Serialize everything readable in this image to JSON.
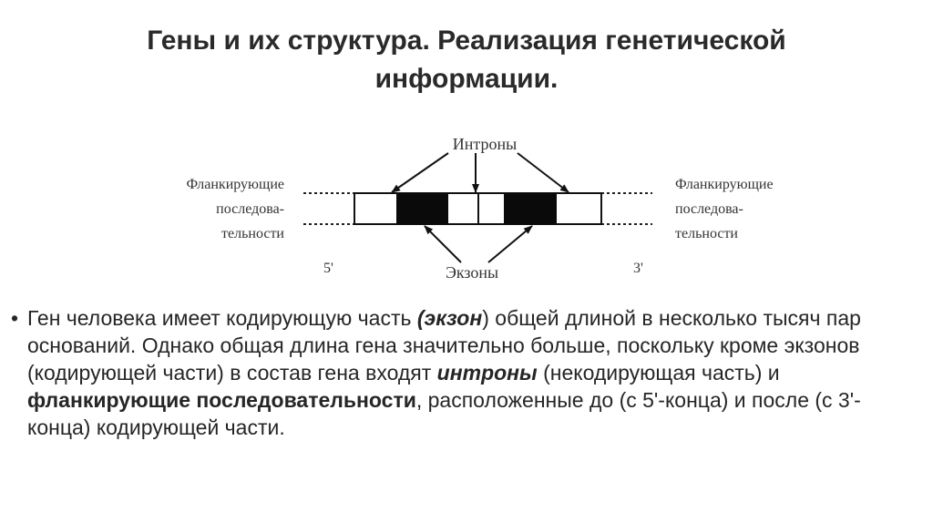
{
  "slide": {
    "title_line1": "Гены и их структура. Реализация генетической",
    "title_line2": "информации."
  },
  "figure": {
    "introns_label": "Интроны",
    "exons_label": "Экзоны",
    "left_flank": [
      "Фланкирующие",
      "последова-",
      "тельности"
    ],
    "right_flank": [
      "Фланкирующие",
      "последова-",
      "тельности"
    ],
    "end_5": "5'",
    "end_3": "3'"
  },
  "bullet": {
    "marker": "•",
    "t1": "Ген человека имеет кодирующую часть ",
    "t2": "(экзон",
    "t3": ") общей длиной в несколько тысяч пар оснований. Однако общая длина гена значительно больше, поскольку кроме экзонов (кодирующей части) в состав гена входят ",
    "t4": "интроны",
    "t5": " (некодирующая часть) и ",
    "t6": "фланкирующие последовательности",
    "t7": ", расположенные до (с 5'-конца) и после (с 3'-конца) кодирующей части."
  }
}
